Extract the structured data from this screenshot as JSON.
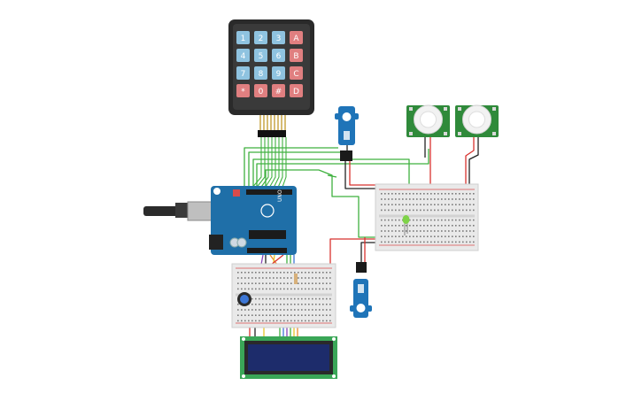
{
  "keypad": {
    "keys": [
      "1",
      "2",
      "3",
      "A",
      "4",
      "5",
      "6",
      "B",
      "7",
      "8",
      "9",
      "C",
      "*",
      "0",
      "#",
      "D"
    ],
    "number_key_color": "#8fc3e0",
    "letter_key_color": "#e07f80"
  },
  "arduino": {
    "model_label": "UNO",
    "board_color": "#1f6fa8"
  },
  "lcd": {
    "screen_color": "#1d2c6b",
    "pcb_color": "#3aa657"
  },
  "pir_sensor": {
    "pcb_color": "#2f8a3a"
  },
  "servo": {
    "body_color": "#1f74b8"
  },
  "led": {
    "color": "#7ed348"
  },
  "wire_colors": {
    "green": "#3fb13f",
    "red": "#d8322e",
    "black": "#222222",
    "yellow": "#e8c62a",
    "blue": "#3d77d6",
    "purple": "#8a45b8",
    "orange": "#ef8a2d"
  }
}
